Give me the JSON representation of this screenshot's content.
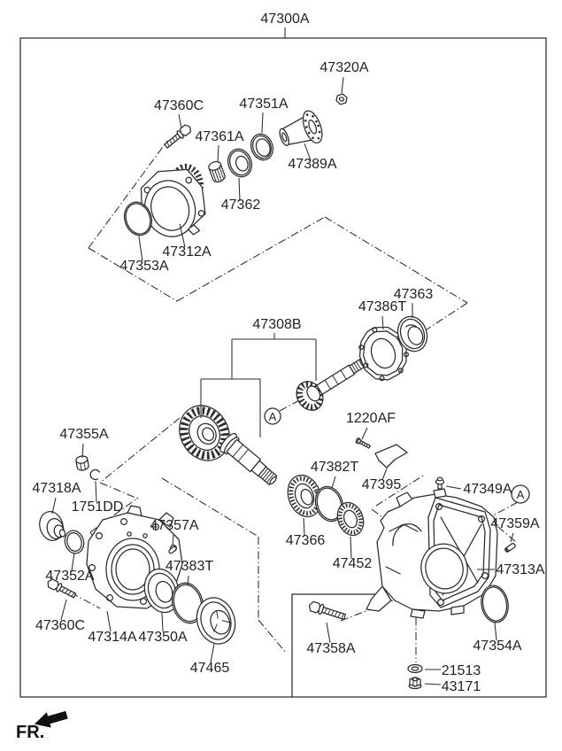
{
  "diagram": {
    "title": "47300A",
    "fr": "FR.",
    "marker": "A",
    "colors": {
      "line": "#2b2b2b",
      "background": "#ffffff"
    },
    "labels": {
      "p47300a": "47300A",
      "p47320a": "47320A",
      "p47360c": "47360C",
      "p47351a": "47351A",
      "p47361a": "47361A",
      "p47389a": "47389A",
      "p47362": "47362",
      "p47312a": "47312A",
      "p47353a": "47353A",
      "p47308b": "47308B",
      "p47386t": "47386T",
      "p47363": "47363",
      "p1220af": "1220AF",
      "p47395": "47395",
      "p47382t": "47382T",
      "p47366": "47366",
      "p47452": "47452",
      "p47355a": "47355A",
      "p1751dd": "1751DD",
      "p47318a": "47318A",
      "p47352a": "47352A",
      "p47357a": "47357A",
      "p47383t": "47383T",
      "p47314a": "47314A",
      "p47350a": "47350A",
      "p47465": "47465",
      "p47358a": "47358A",
      "p47349a": "47349A",
      "p47359a": "47359A",
      "p47313a": "47313A",
      "p47354a": "47354A",
      "p21513": "21513",
      "p43171": "43171"
    }
  }
}
